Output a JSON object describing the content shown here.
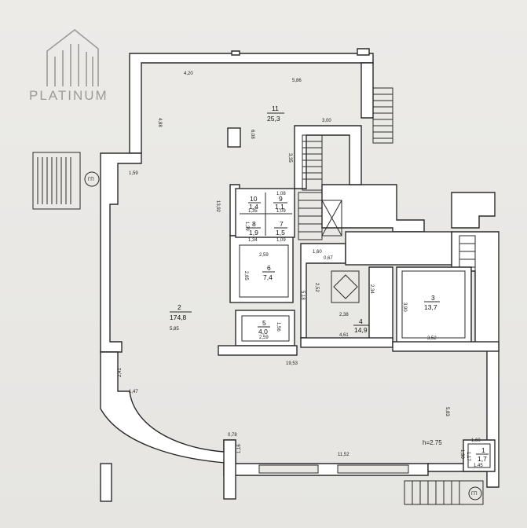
{
  "brand": {
    "name": "PLATINUM"
  },
  "height_note": "h=2.75",
  "stairs_label_left": "ГП",
  "stairs_label_right": "ГП",
  "rooms": [
    {
      "id": "r1",
      "num": "1",
      "area": "1,7"
    },
    {
      "id": "r2",
      "num": "2",
      "area": "174,8"
    },
    {
      "id": "r3",
      "num": "3",
      "area": "13,7"
    },
    {
      "id": "r4",
      "num": "4",
      "area": "14,9"
    },
    {
      "id": "r5",
      "num": "5",
      "area": "4,0"
    },
    {
      "id": "r6",
      "num": "6",
      "area": "7,4"
    },
    {
      "id": "r7",
      "num": "7",
      "area": "1,5"
    },
    {
      "id": "r8",
      "num": "8",
      "area": "1,9"
    },
    {
      "id": "r9",
      "num": "9",
      "area": "1,1"
    },
    {
      "id": "r10",
      "num": "10",
      "area": "1,4"
    },
    {
      "id": "r11",
      "num": "11",
      "area": "25,3"
    }
  ],
  "dimensions": [
    "4,20",
    "5,86",
    "4,88",
    "6,08",
    "3,00",
    "3,35",
    "1,59",
    "13,92",
    "5,85",
    "2,41",
    "1,47",
    "0,78",
    "1,16",
    "11,52",
    "19,53",
    "1,60",
    "0,67",
    "5,18",
    "2,52",
    "2,34",
    "2,38",
    "4,61",
    "3,90",
    "3,52",
    "5,83",
    "1,60",
    "1,30",
    "1,17",
    "1,45",
    "2,59",
    "2,85",
    "2,59",
    "1,56",
    "1,34",
    "1,09",
    "1,35",
    "1,09",
    "1,39",
    "1,08"
  ]
}
